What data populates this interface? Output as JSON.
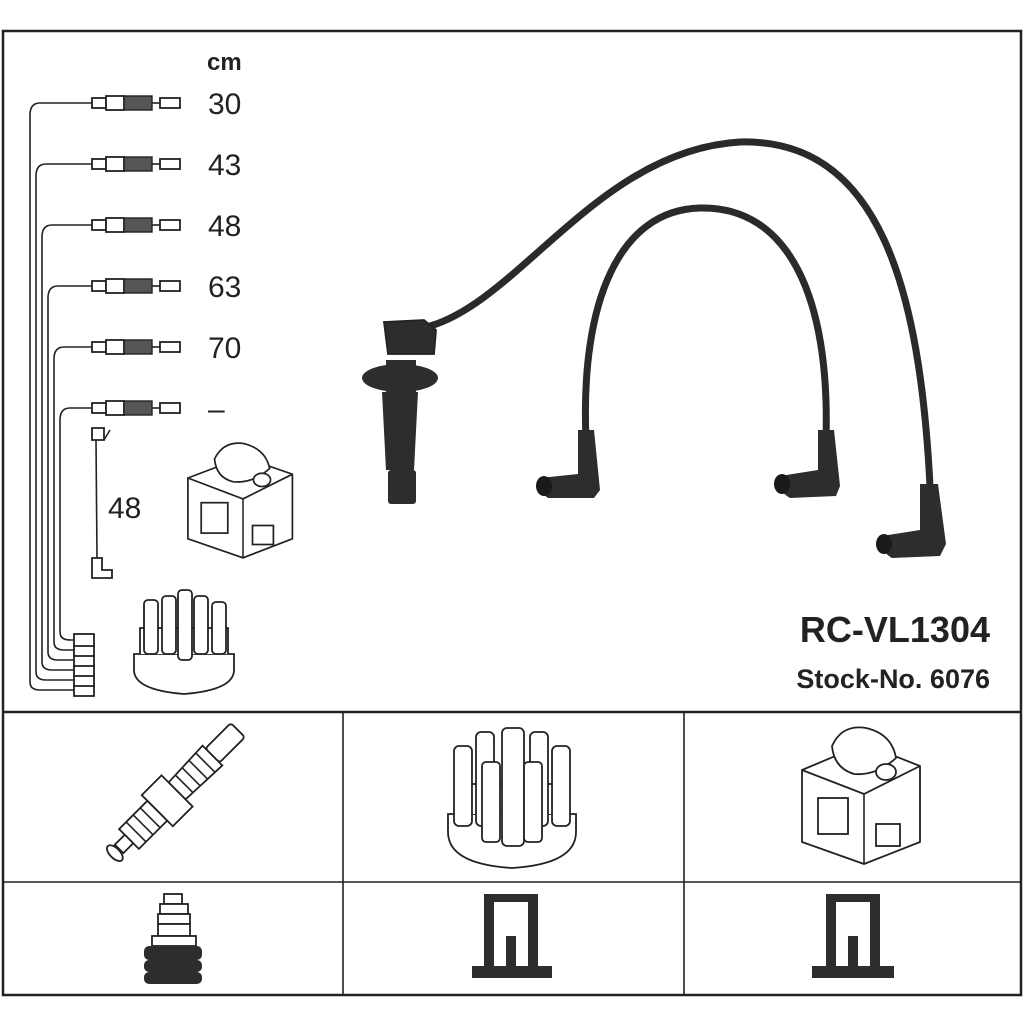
{
  "unit": "cm",
  "lengths": [
    "30",
    "43",
    "48",
    "63",
    "70",
    "–"
  ],
  "coil_lead_length": "48",
  "part_number": "RC-VL1304",
  "stock_number": "Stock-No. 6076",
  "icons": {
    "cable_set": "ignition-cable-set-icon",
    "spark_plug": "spark-plug-icon",
    "distributor_cap": "distributor-cap-icon",
    "ignition_coil": "ignition-coil-icon",
    "plug_connector": "spark-plug-connector-icon",
    "cap_connector": "distributor-socket-icon",
    "coil_connector": "coil-socket-icon"
  },
  "colors": {
    "line": "#222222",
    "cable": "#2a2a2a",
    "background": "#ffffff"
  }
}
